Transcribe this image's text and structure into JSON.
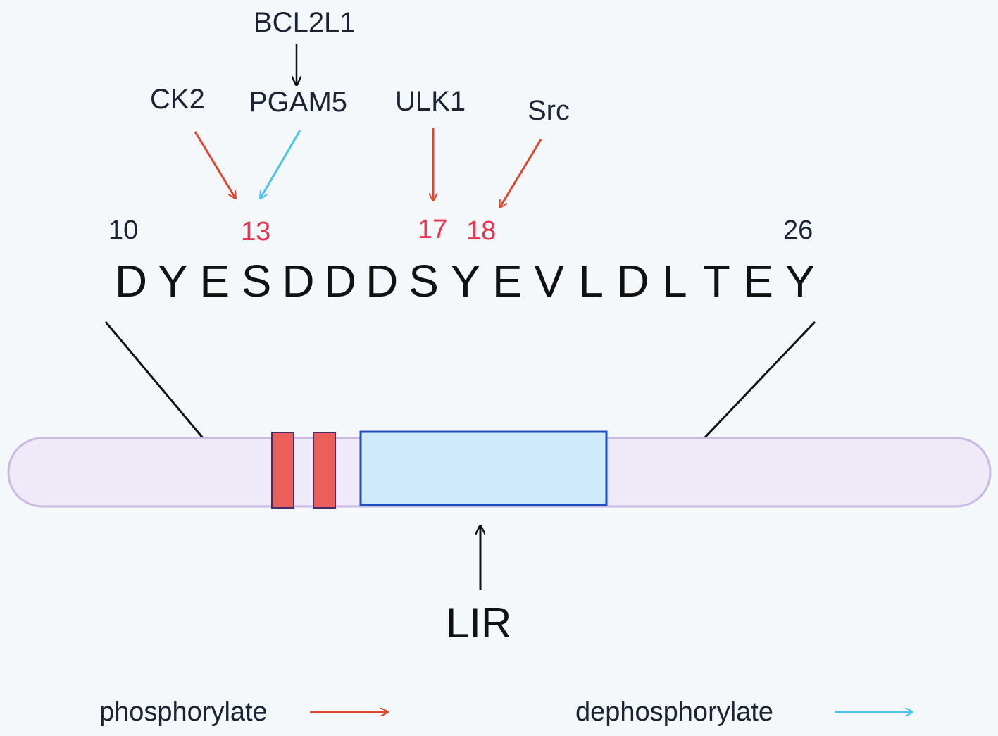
{
  "kinases": {
    "bcl2l1": "BCL2L1",
    "ck2": "CK2",
    "pgam5": "PGAM5",
    "ulk1": "ULK1",
    "src": "Src"
  },
  "positions": {
    "start": "10",
    "p13": "13",
    "p17": "17",
    "p18": "18",
    "end": "26"
  },
  "sequence": [
    "D",
    "Y",
    "E",
    "S",
    "D",
    "D",
    "D",
    "S",
    "Y",
    "E",
    "V",
    "L",
    "D",
    "L",
    "T",
    "E",
    "Y"
  ],
  "domain_label": "LIR",
  "legend": {
    "phosphorylate": "phosphorylate",
    "dephosphorylate": "dephosphorylate"
  },
  "colors": {
    "phosphorylate": "#e0452f",
    "dephosphorylate": "#4cc3ea",
    "site_number": "#e8344e",
    "protein_fill": "#efe9f8",
    "protein_stroke": "#c9b9e3",
    "lir_fill": "#cfeafb",
    "lir_stroke": "#1f4fbf",
    "site_box_fill": "#ea5f5a"
  }
}
